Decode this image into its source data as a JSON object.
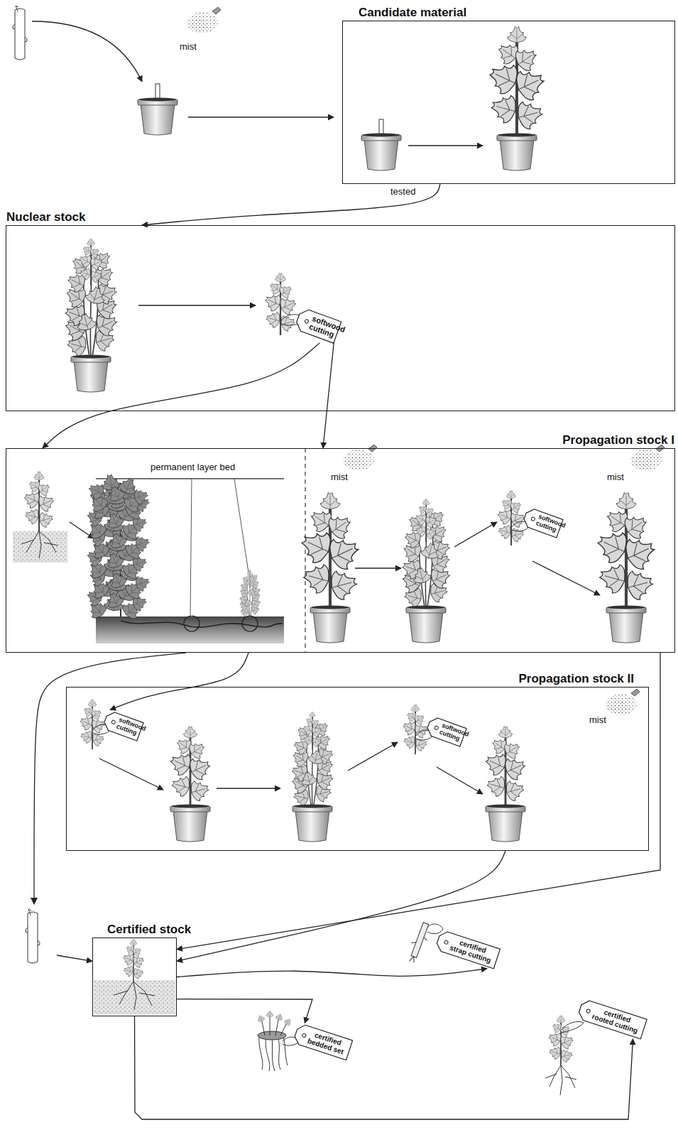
{
  "diagram": {
    "nodes": [
      {
        "text": [
          "Candidate material"
        ]
      },
      {
        "text": [
          "Nuclear stock"
        ]
      },
      {
        "text": [
          "softwood cutting"
        ],
        "in": 1
      },
      {
        "text": [
          "Propagation stock I"
        ]
      },
      {
        "text": [
          "softwood cutting"
        ],
        "in": 3
      },
      {
        "text": [
          "Propagation stock II"
        ]
      },
      {
        "text": [
          "softwood cutting"
        ],
        "in": 5
      },
      {
        "text": [
          "softwood cutting"
        ],
        "in": 5
      },
      {
        "text": [
          "Certified stock"
        ]
      },
      {
        "text": [
          "certified strap cutting"
        ]
      },
      {
        "text": [
          "certified bedded set"
        ]
      },
      {
        "text": [
          "certified rooted cutting"
        ]
      }
    ],
    "edges": [
      {
        "from": 0,
        "to": 1,
        "label": "tested",
        "arrow": "to"
      },
      {
        "from": 2,
        "to": 3,
        "arrow": "to"
      },
      {
        "from": 2,
        "to": 3,
        "arrow": "to"
      },
      {
        "from": 3,
        "to": 6,
        "arrow": "to"
      },
      {
        "from": 3,
        "to": 8,
        "arrow": "to"
      },
      {
        "from": 3,
        "to": 8,
        "arrow": "to"
      },
      {
        "from": 5,
        "to": 8,
        "arrow": "to"
      },
      {
        "from": 8,
        "to": 9,
        "arrow": "to"
      },
      {
        "from": 8,
        "to": 10,
        "arrow": "to"
      },
      {
        "from": 8,
        "to": 11,
        "arrow": "to"
      }
    ],
    "labels": [
      "mist",
      "permanent layer bed",
      "mist",
      "mist",
      "mist"
    ]
  }
}
